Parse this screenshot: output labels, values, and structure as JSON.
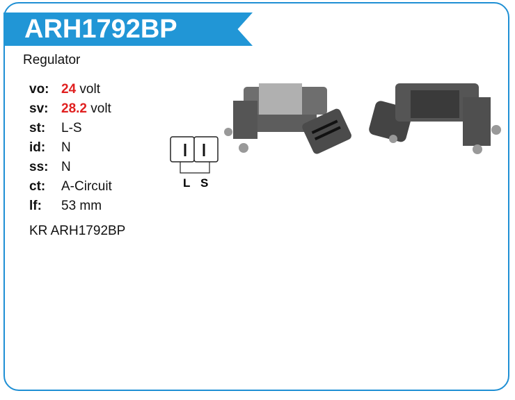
{
  "header": {
    "title": "ARH1792BP"
  },
  "product_type": "Regulator",
  "specs": [
    {
      "label": "vo:",
      "value": "24",
      "unit": "volt",
      "highlight": true
    },
    {
      "label": "sv:",
      "value": "28.2",
      "unit": "volt",
      "highlight": true
    },
    {
      "label": "st:",
      "value": "L-S"
    },
    {
      "label": "id:",
      "value": "N"
    },
    {
      "label": "ss:",
      "value": "N"
    },
    {
      "label": "ct:",
      "value": "A-Circuit"
    },
    {
      "label": "lf:",
      "value": "53 mm"
    }
  ],
  "part_code": "KR ARH1792BP",
  "terminal_diagram": {
    "labels": [
      "L",
      "S"
    ]
  },
  "colors": {
    "accent": "#2196d6",
    "highlight": "#e02020"
  }
}
